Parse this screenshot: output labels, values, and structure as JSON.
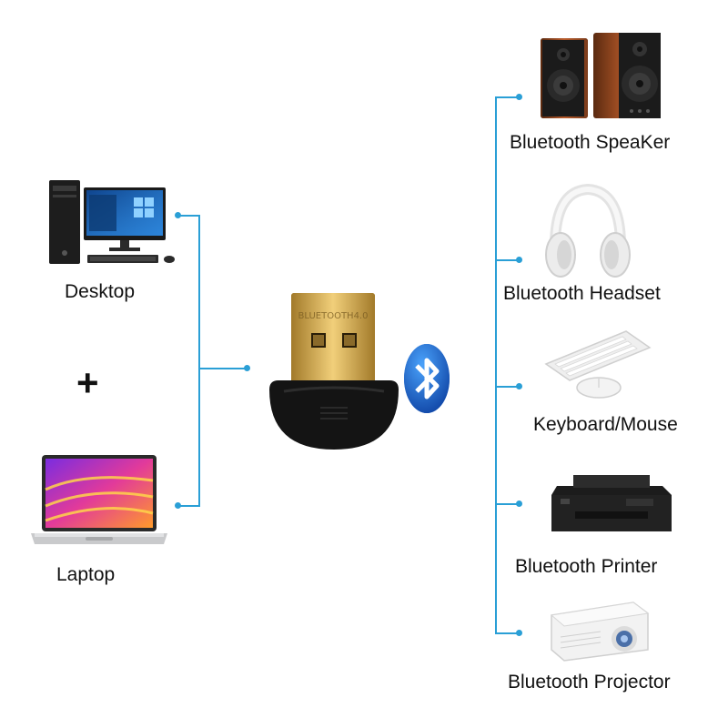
{
  "left": {
    "desktop_label": "Desktop",
    "plus_sign": "+",
    "laptop_label": "Laptop"
  },
  "center": {
    "adapter_chip_text": "BLUETOOTH4.0",
    "bluetooth_symbol": "bluetooth-icon"
  },
  "right": {
    "devices": [
      {
        "label": "Bluetooth SpeaKer",
        "icon": "speaker-icon"
      },
      {
        "label": "Bluetooth Headset",
        "icon": "headset-icon"
      },
      {
        "label": "Keyboard/Mouse",
        "icon": "keyboard-mouse-icon"
      },
      {
        "label": "Bluetooth Printer",
        "icon": "printer-icon"
      },
      {
        "label": "Bluetooth Projector",
        "icon": "projector-icon"
      }
    ]
  },
  "colors": {
    "connector": "#2a9fd6",
    "bluetooth_badge": "#1e6fd9",
    "adapter_gold": "#c9a24a"
  }
}
